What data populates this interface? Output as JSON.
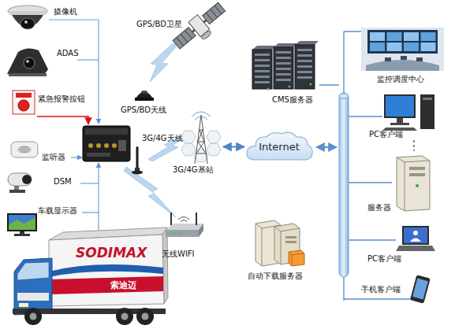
{
  "diagram": {
    "nodes": [
      {
        "text": [
          "摄像机"
        ]
      },
      {
        "text": [
          "ADAS"
        ]
      },
      {
        "text": [
          "紧急报警按钮"
        ]
      },
      {
        "text": [
          "监听器"
        ]
      },
      {
        "text": [
          "DSM"
        ]
      },
      {
        "text": [
          "车载显示器"
        ]
      },
      {
        "text": [
          "GPS/BD卫星"
        ]
      },
      {
        "text": [
          "GPS/BD天线"
        ]
      },
      {
        "text": [
          "3G/4G天线"
        ]
      },
      {
        "text": [
          "3G/4G基站"
        ]
      },
      {
        "text": [
          "Internet"
        ]
      },
      {
        "text": [
          "CMS服务器"
        ]
      },
      {
        "text": [
          "监控调度中心"
        ]
      },
      {
        "text": [
          "PC客户端"
        ]
      },
      {
        "text": [
          "服务器"
        ]
      },
      {
        "text": [
          "PC客户端"
        ]
      },
      {
        "text": [
          "手机客户端"
        ]
      },
      {
        "text": [
          "无线WIFI"
        ]
      },
      {
        "text": [
          "自动下载服务器"
        ]
      }
    ],
    "edges": [
      {
        "from": 9,
        "to": 10,
        "arrow": "both"
      },
      {
        "from": 13,
        "to": 14,
        "arrow": "none"
      }
    ],
    "labels": [
      "SODIMAX",
      "索迪迈"
    ]
  }
}
